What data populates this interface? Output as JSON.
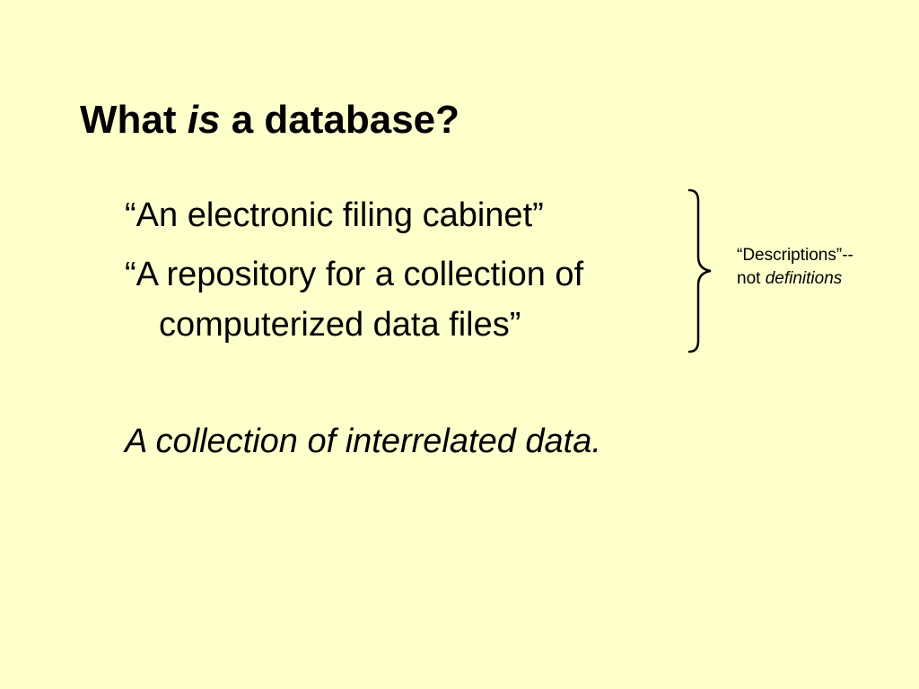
{
  "slide": {
    "title": {
      "before": "What ",
      "emphasis": "is",
      "after": " a database?"
    },
    "descriptions": [
      "“An electronic filing cabinet”",
      "“A repository for a collection of computerized data files”"
    ],
    "definition": "A collection of interrelated data.",
    "note": {
      "line1": "“Descriptions”--",
      "line2_before": "not ",
      "line2_emphasis": "definitions"
    },
    "colors": {
      "background": "#ffffcc",
      "text": "#000000"
    }
  }
}
